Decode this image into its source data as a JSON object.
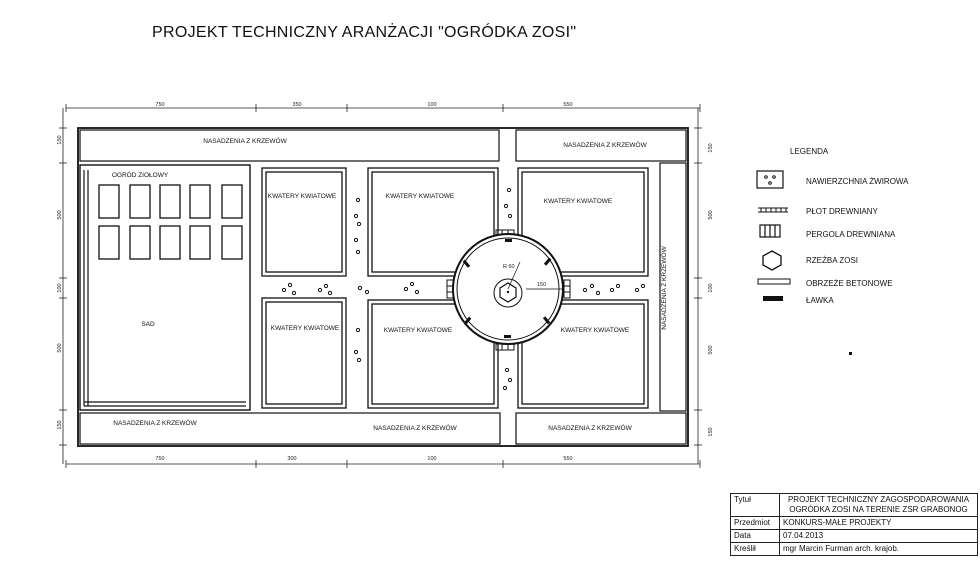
{
  "title": "PROJEKT TECHNICZNY ARANŻACJI \"OGRÓDKA ZOSI\"",
  "plan": {
    "labels": {
      "shrubs": "NASADZENIA Z KRZEWÓW",
      "herb_garden": "OGRÓD ZIOŁOWY",
      "orchard": "SAD",
      "flower_beds": "KWATERY KWIATOWE",
      "radius": "R 60",
      "dim_150": "150"
    },
    "dims": {
      "top": [
        "750",
        "350",
        "100",
        "550"
      ],
      "bottom": [
        "750",
        "300",
        "100",
        "550"
      ],
      "left": [
        "150",
        "500",
        "100",
        "500",
        "150"
      ],
      "right": [
        "150",
        "500",
        "100",
        "500",
        "150"
      ]
    }
  },
  "legend": {
    "title": "LEGENDA",
    "items": [
      {
        "label": "NAWIERZCHNIA ŻWIROWA",
        "icon": "gravel-icon"
      },
      {
        "label": "PŁOT DREWNIANY",
        "icon": "fence-icon"
      },
      {
        "label": "PERGOLA DREWNIANA",
        "icon": "pergola-icon"
      },
      {
        "label": "RZEŹBA ZOSI",
        "icon": "sculpture-icon"
      },
      {
        "label": "OBRZEŻE BETONOWE",
        "icon": "concrete-edge-icon"
      },
      {
        "label": "ŁAWKA",
        "icon": "bench-icon"
      }
    ]
  },
  "title_block": {
    "rows": [
      {
        "key": "Tytuł",
        "value": "PROJEKT TECHNICZNY ZAGOSPODAROWANIA OGRÓDKA ZOSI NA TERENIE ZSR GRABONOG"
      },
      {
        "key": "Przedmiot",
        "value": "KONKURS-MAŁE PROJEKTY"
      },
      {
        "key": "Data",
        "value": "07.04.2013"
      },
      {
        "key": "Kreślił",
        "value": "mgr Marcin Furman arch. krajob."
      }
    ]
  }
}
